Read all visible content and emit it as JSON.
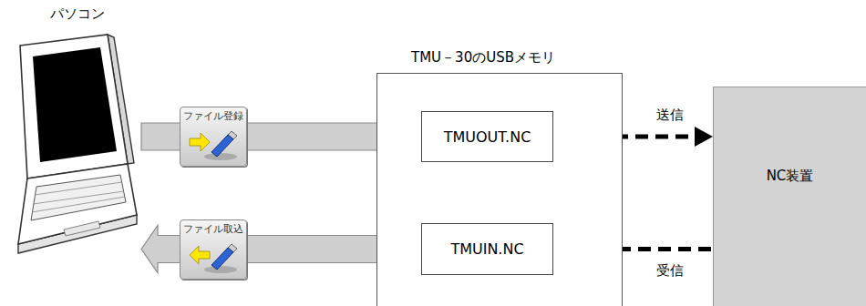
{
  "diagram": {
    "nodes": [
      {
        "text": [
          "パソコン"
        ]
      },
      {
        "text": [
          "TMU－30のUSBメモリ"
        ]
      },
      {
        "text": [
          "TMUOUT.NC"
        ],
        "in": 1
      },
      {
        "text": [
          "TMUIN.NC"
        ],
        "in": 1
      },
      {
        "text": [
          "NC装置"
        ]
      }
    ],
    "edges": [
      {
        "from": 0,
        "to": 2,
        "arrow": "to",
        "label": "ファイル登録"
      },
      {
        "from": 3,
        "to": 0,
        "arrow": "to",
        "label": "ファイル取込"
      },
      {
        "from": 2,
        "to": 4,
        "arrow": "to",
        "label": "送信"
      },
      {
        "from": 4,
        "to": 3,
        "arrow": "to",
        "label": "受信"
      }
    ]
  }
}
